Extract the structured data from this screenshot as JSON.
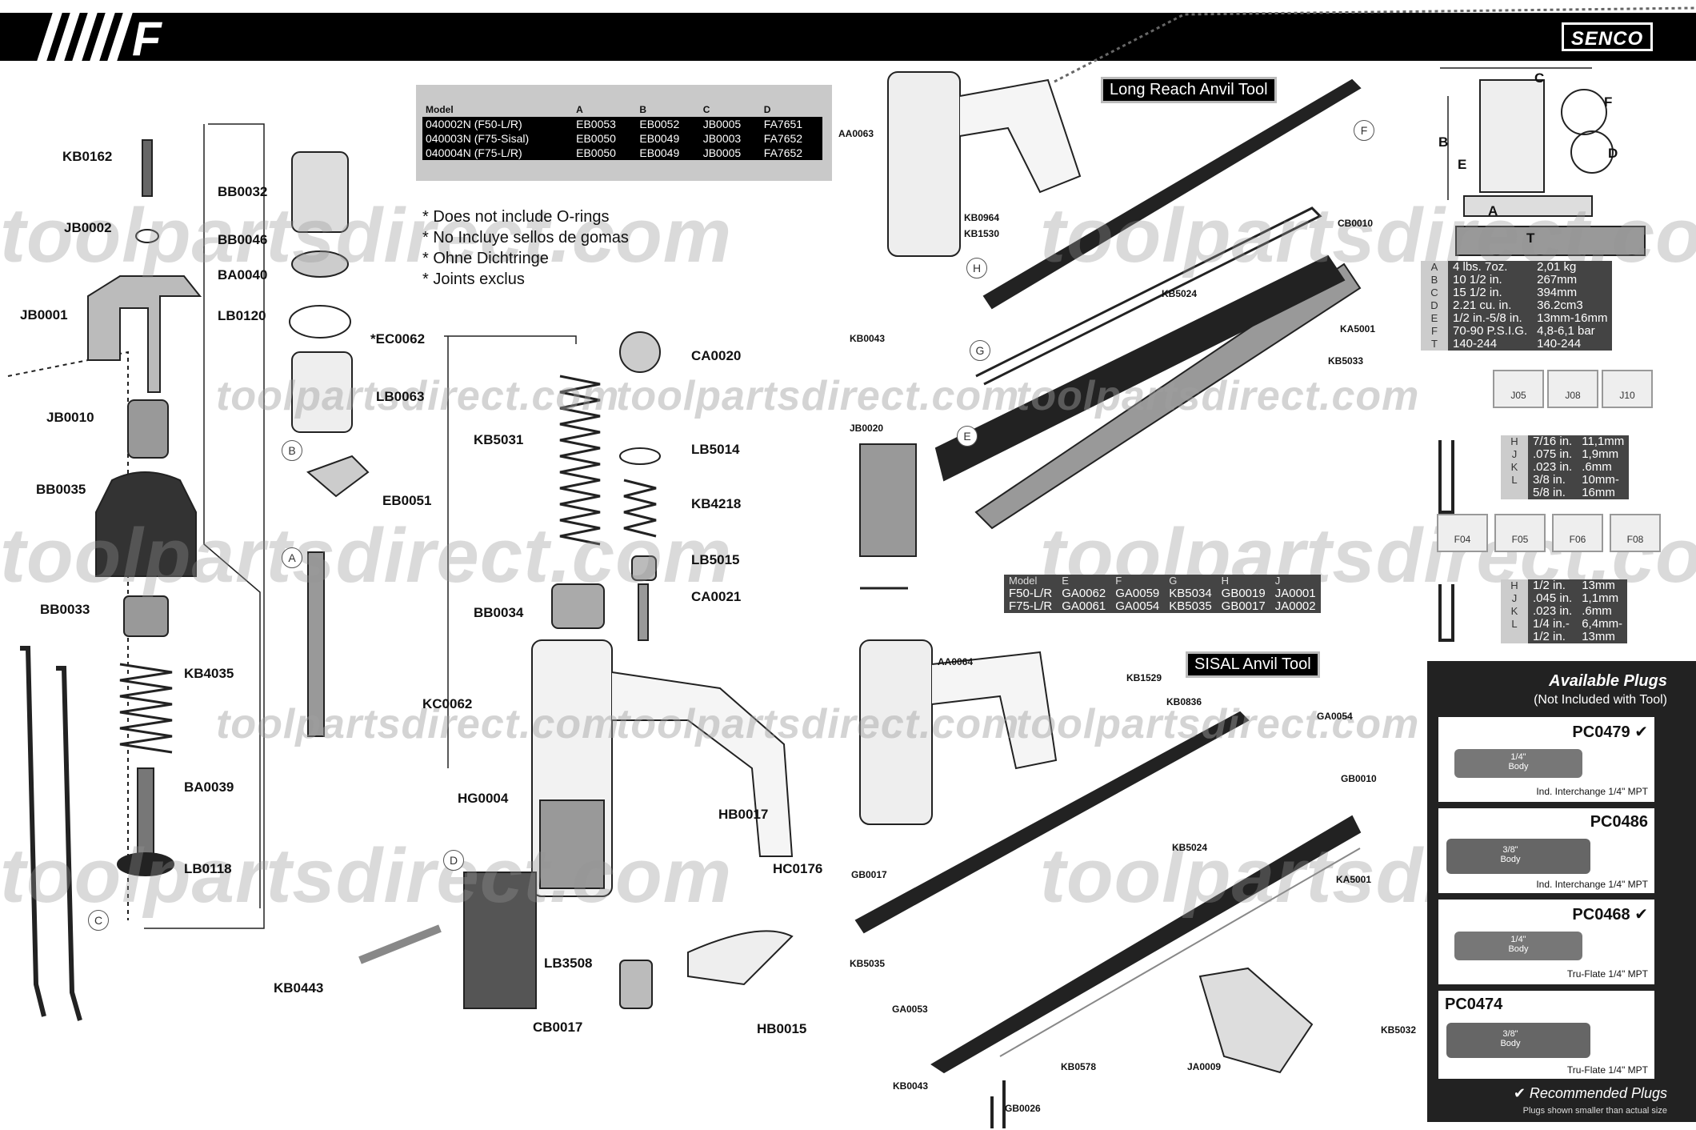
{
  "header": {
    "section_letter": "F",
    "brand": "SENCO"
  },
  "model_table": {
    "headers": [
      "Model",
      "A",
      "B",
      "C",
      "D"
    ],
    "rows": [
      [
        "040002N (F50-L/R)",
        "EB0053",
        "EB0052",
        "JB0005",
        "FA7651"
      ],
      [
        "040003N (F75-Sisal)",
        "EB0050",
        "EB0049",
        "JB0003",
        "FA7652"
      ],
      [
        "040004N (F75-L/R)",
        "EB0050",
        "EB0049",
        "JB0005",
        "FA7652"
      ]
    ]
  },
  "notes": [
    "* Does not include O-rings",
    "* No Incluye sellos de gomas",
    "* Ohne Dichtringe",
    "* Joints exclus"
  ],
  "parts_left": {
    "kb0162": "KB0162",
    "jb0002": "JB0002",
    "jb0001": "JB0001",
    "jb0010": "JB0010",
    "bb0035": "BB0035",
    "bb0033": "BB0033",
    "kb4035": "KB4035",
    "ba0039": "BA0039",
    "lb0118": "LB0118"
  },
  "parts_mid": {
    "bb0032": "BB0032",
    "bb0046": "BB0046",
    "ba0040": "BA0040",
    "lb0120": "LB0120",
    "ec0062": "*EC0062",
    "lb0063": "LB0063",
    "eb0051": "EB0051",
    "kb5031": "KB5031",
    "bb0034": "BB0034",
    "kc0062": "KC0062",
    "hg0004": "HG0004",
    "kb0443": "KB0443",
    "ca0020": "CA0020",
    "lb5014": "LB5014",
    "kb4218": "KB4218",
    "lb5015": "LB5015",
    "ca0021": "CA0021",
    "hb0017": "HB0017",
    "hc0176": "HC0176",
    "lb3508": "LB3508",
    "cb0017": "CB0017",
    "hb0015": "HB0015"
  },
  "callouts": {
    "a": "A",
    "b": "B",
    "c": "C",
    "d": "D",
    "e": "E",
    "f": "F",
    "g": "G",
    "h": "H"
  },
  "long_reach": {
    "title": "Long Reach Anvil Tool",
    "aa0063": "AA0063",
    "kb0964": "KB0964",
    "kb1530": "KB1530",
    "cb0010": "CB0010",
    "kb5024": "KB5024",
    "ka5001": "KA5001",
    "kb0043": "KB0043",
    "kb5033": "KB5033",
    "jb0020": "JB0020"
  },
  "kit_table": {
    "headers": [
      "Model",
      "E",
      "F",
      "G",
      "H",
      "J"
    ],
    "rows": [
      [
        "F50-L/R",
        "GA0062",
        "GA0059",
        "KB5034",
        "GB0019",
        "JA0001"
      ],
      [
        "F75-L/R",
        "GA0061",
        "GA0054",
        "KB5035",
        "GB0017",
        "JA0002"
      ]
    ]
  },
  "sisal": {
    "title": "SISAL Anvil Tool",
    "aa0064": "AA0064",
    "kb1529": "KB1529",
    "kb0836": "KB0836",
    "ga0054": "GA0054",
    "gb0010": "GB0010",
    "kb5024": "KB5024",
    "ka5001": "KA5001",
    "gb0017": "GB0017",
    "kb5035": "KB5035",
    "ga0053": "GA0053",
    "kb0043": "KB0043",
    "kb0578": "KB0578",
    "gb0026": "GB0026",
    "ja0009": "JA0009",
    "kb5032": "KB5032"
  },
  "dims": {
    "c": "C",
    "b": "B",
    "e": "E",
    "f": "F",
    "d": "D",
    "a": "A",
    "t": "T"
  },
  "specs": {
    "letters": [
      "A",
      "B",
      "C",
      "D",
      "E",
      "F",
      "T"
    ],
    "imperial": [
      "4 lbs. 7oz.",
      "10 1/2 in.",
      "15 1/2 in.",
      "2.21 cu. in.",
      "1/2 in.-5/8 in.",
      "70-90 P.S.I.G.",
      "140-244"
    ],
    "metric": [
      "2,01 kg",
      "267mm",
      "394mm",
      "36.2cm3",
      "13mm-16mm",
      "4,8-6,1 bar",
      "140-244"
    ]
  },
  "staples_j": [
    "J05",
    "J08",
    "J10"
  ],
  "staples_j_specs": {
    "letters": [
      "H",
      "J",
      "K",
      "L"
    ],
    "imperial": [
      "7/16 in.",
      ".075 in.",
      ".023 in.",
      "3/8 in.",
      "5/8 in."
    ],
    "metric": [
      "11,1mm",
      "1,9mm",
      ".6mm",
      "10mm-",
      "16mm"
    ]
  },
  "staples_f": [
    "F04",
    "F05",
    "F06",
    "F08"
  ],
  "staples_f_specs": {
    "letters": [
      "H",
      "J",
      "K",
      "L"
    ],
    "imperial": [
      "1/2 in.",
      ".045 in.",
      ".023 in.",
      "1/4 in.-",
      "1/2 in."
    ],
    "metric": [
      "13mm",
      "1,1mm",
      ".6mm",
      "6,4mm-",
      "13mm"
    ]
  },
  "plugs": {
    "title": "Available Plugs",
    "subtitle": "(Not Included with Tool)",
    "items": [
      {
        "code": "PC0479 ✔",
        "body": "1/4\" Body",
        "desc": "Ind. Interchange 1/4\" MPT"
      },
      {
        "code": "PC0486",
        "body": "3/8\" Body",
        "desc": "Ind. Interchange 1/4\" MPT"
      },
      {
        "code": "PC0468 ✔",
        "body": "1/4\" Body",
        "desc": "Tru-Flate 1/4\" MPT"
      },
      {
        "code": "PC0474",
        "body": "3/8\" Body",
        "desc": "Tru-Flate 1/4\" MPT"
      }
    ],
    "recommended": "✔ Recommended Plugs",
    "footnote": "Plugs shown smaller than actual size"
  },
  "watermark": {
    "small": "toolpartsdirect.com",
    "big": "toolpartsdirect.com"
  }
}
